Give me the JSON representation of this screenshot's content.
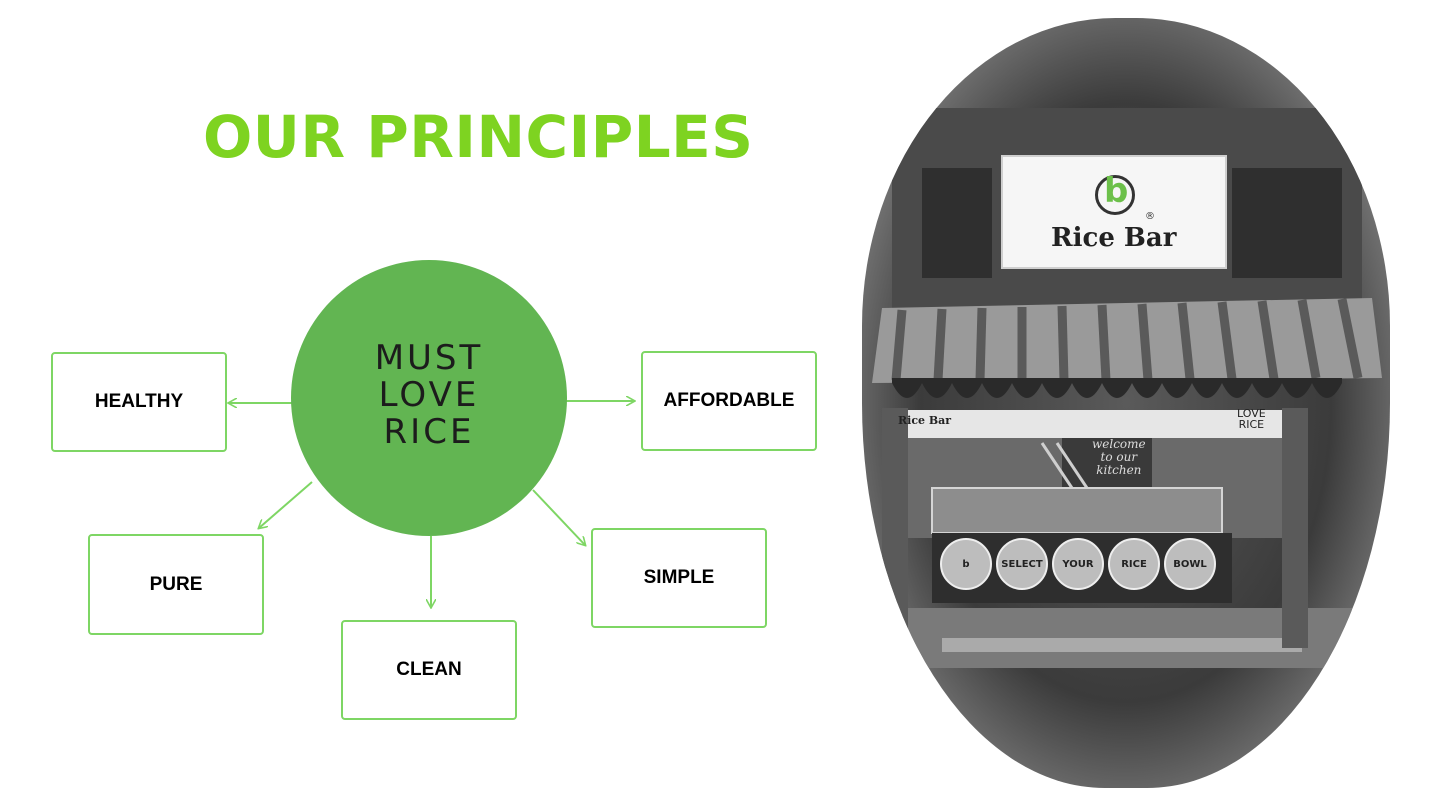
{
  "title": "OUR PRINCIPLES",
  "hub": {
    "logo_lines": [
      "MUST",
      "LOVE",
      "RICE"
    ],
    "color": "#62b552"
  },
  "principles": [
    {
      "label": "HEALTHY"
    },
    {
      "label": "AFFORDABLE"
    },
    {
      "label": "PURE"
    },
    {
      "label": "SIMPLE"
    },
    {
      "label": "CLEAN"
    }
  ],
  "colors": {
    "title": "#7ed321",
    "box_border": "#7ed664",
    "arrow": "#7ed664"
  },
  "photo": {
    "sign_brand": "Rice Bar",
    "sign_registered": "®",
    "panel_logo": "Rice Bar",
    "panel_love_lines": [
      "LOVE",
      "RICE"
    ],
    "wall_lines": [
      "welcome",
      "to our",
      "kitchen"
    ],
    "discs": [
      "SELECT",
      "YOUR",
      "RICE",
      "BOWL"
    ]
  }
}
